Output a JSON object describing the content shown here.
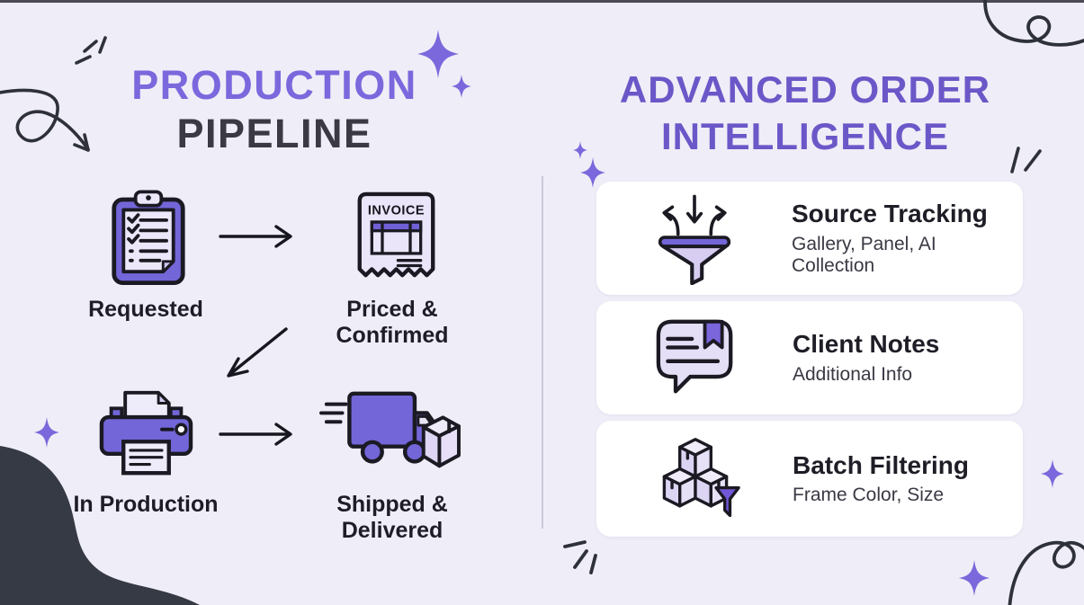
{
  "left": {
    "title_line1": "PRODUCTION",
    "title_line2": "PIPELINE",
    "invoice_label": "INVOICE",
    "steps": [
      {
        "label": "Requested",
        "icon": "clipboard-checklist-icon"
      },
      {
        "label": "Priced & Confirmed",
        "icon": "invoice-icon"
      },
      {
        "label": "In Production",
        "icon": "printer-icon"
      },
      {
        "label": "Shipped & Delivered",
        "icon": "delivery-truck-icon"
      }
    ]
  },
  "right": {
    "title_line1": "ADVANCED ORDER",
    "title_line2": "INTELLIGENCE",
    "cards": [
      {
        "title": "Source Tracking",
        "subtitle": "Gallery, Panel, AI Collection",
        "icon": "funnel-arrows-icon"
      },
      {
        "title": "Client Notes",
        "subtitle": "Additional Info",
        "icon": "chat-note-icon"
      },
      {
        "title": "Batch Filtering",
        "subtitle": "Frame Color, Size",
        "icon": "boxes-filter-icon"
      }
    ]
  },
  "colors": {
    "background": "#efedf7",
    "purple_accent": "#7b68dd",
    "purple_title_right": "#6c57c8",
    "icon_purple": "#7266d8",
    "icon_light_purple": "#e6e0f7",
    "dark_text": "#1e1d27",
    "doodle_dark": "#2e313a",
    "corner_blob": "#363a45",
    "card_background": "#ffffff"
  }
}
